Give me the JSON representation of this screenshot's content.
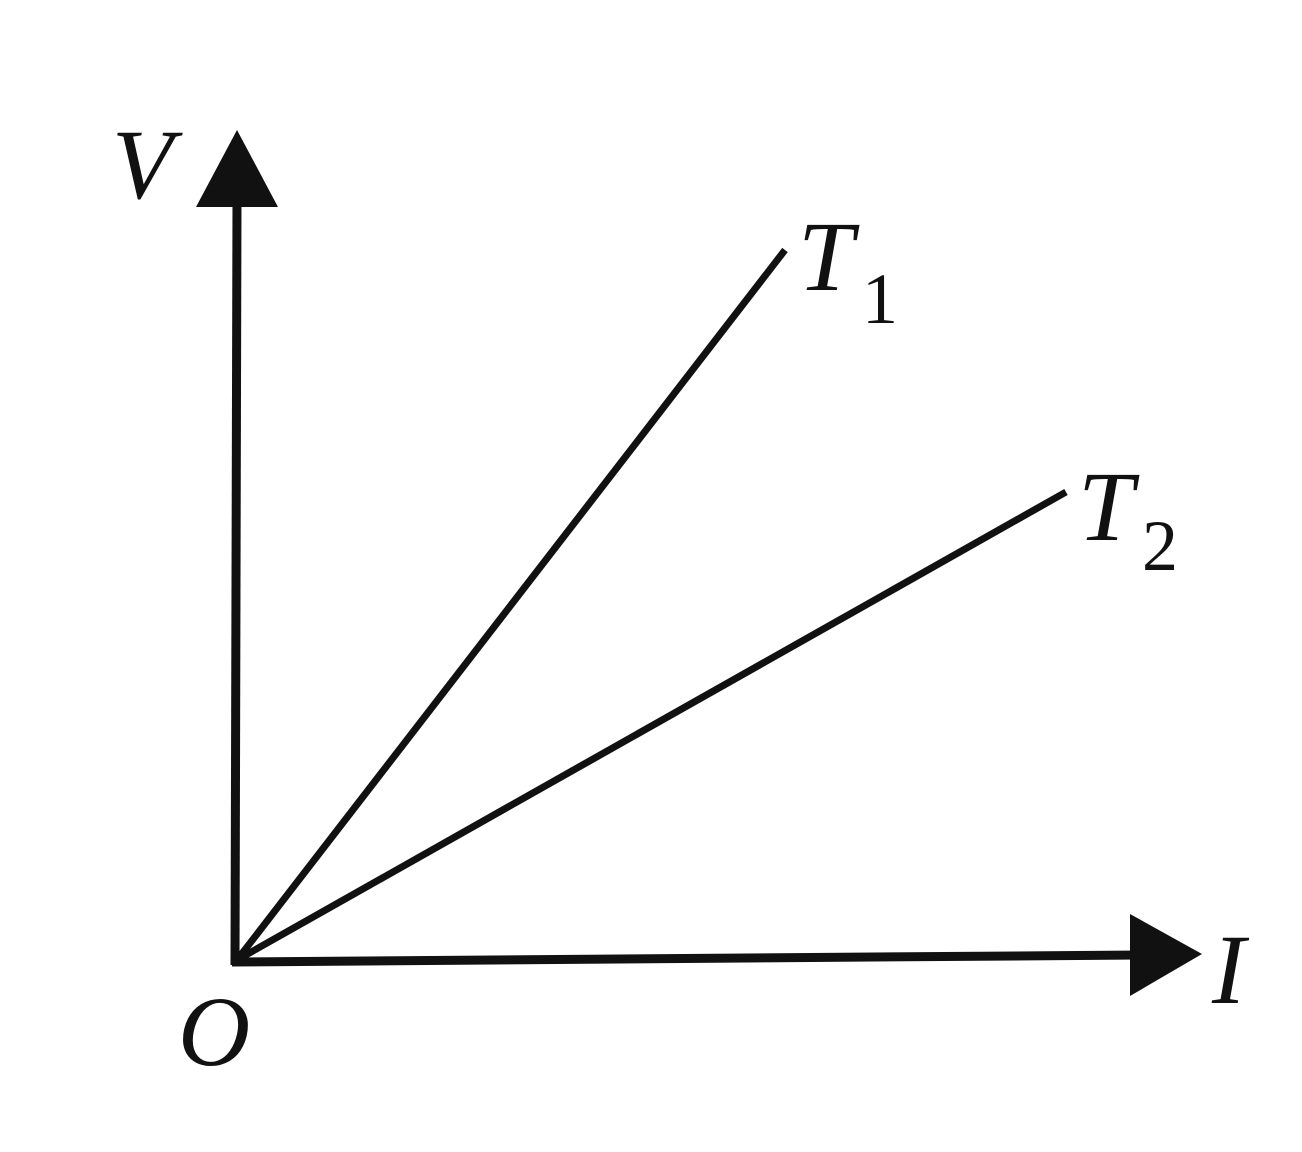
{
  "diagram": {
    "y_axis_label": "V",
    "x_axis_label": "I",
    "origin_label": "O",
    "lines": [
      {
        "label": "T",
        "subscript": "1"
      },
      {
        "label": "T",
        "subscript": "2"
      }
    ],
    "stroke_color": "#111111",
    "background": "#ffffff"
  }
}
